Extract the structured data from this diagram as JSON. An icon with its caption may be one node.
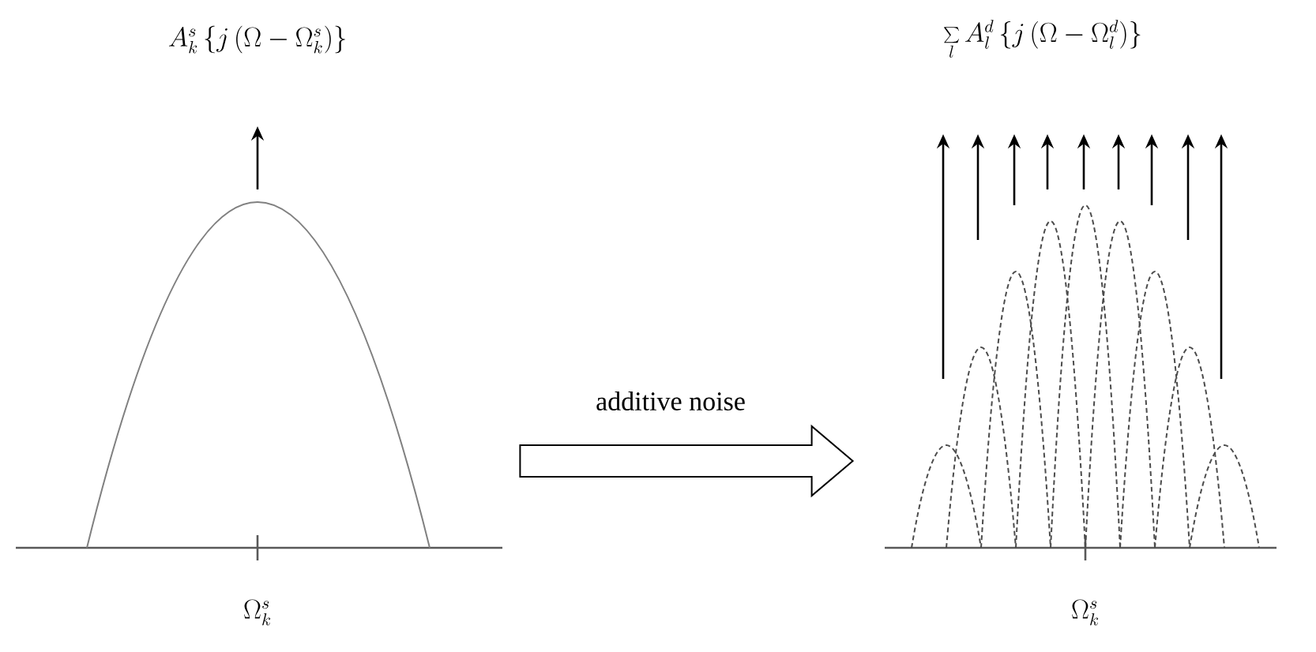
{
  "diagram": {
    "nodes": [
      {
        "text": [],
        "shape": "picture"
      },
      {
        "text": [],
        "shape": "picture"
      }
    ],
    "edges": [
      {
        "from": 0,
        "to": 1,
        "arrow": "to",
        "label": "additive noise"
      }
    ],
    "labels": [
      "A_k^s\\left\\{j\\left(\\Omega-\\Omega_k^s\\right)\\right\\}",
      "\\sum\\limits_l A_l^d\\left\\{j\\left(\\Omega-\\Omega_l^d\\right)\\right\\}",
      "\\Omega_k^s",
      "\\Omega_k^s"
    ]
  }
}
